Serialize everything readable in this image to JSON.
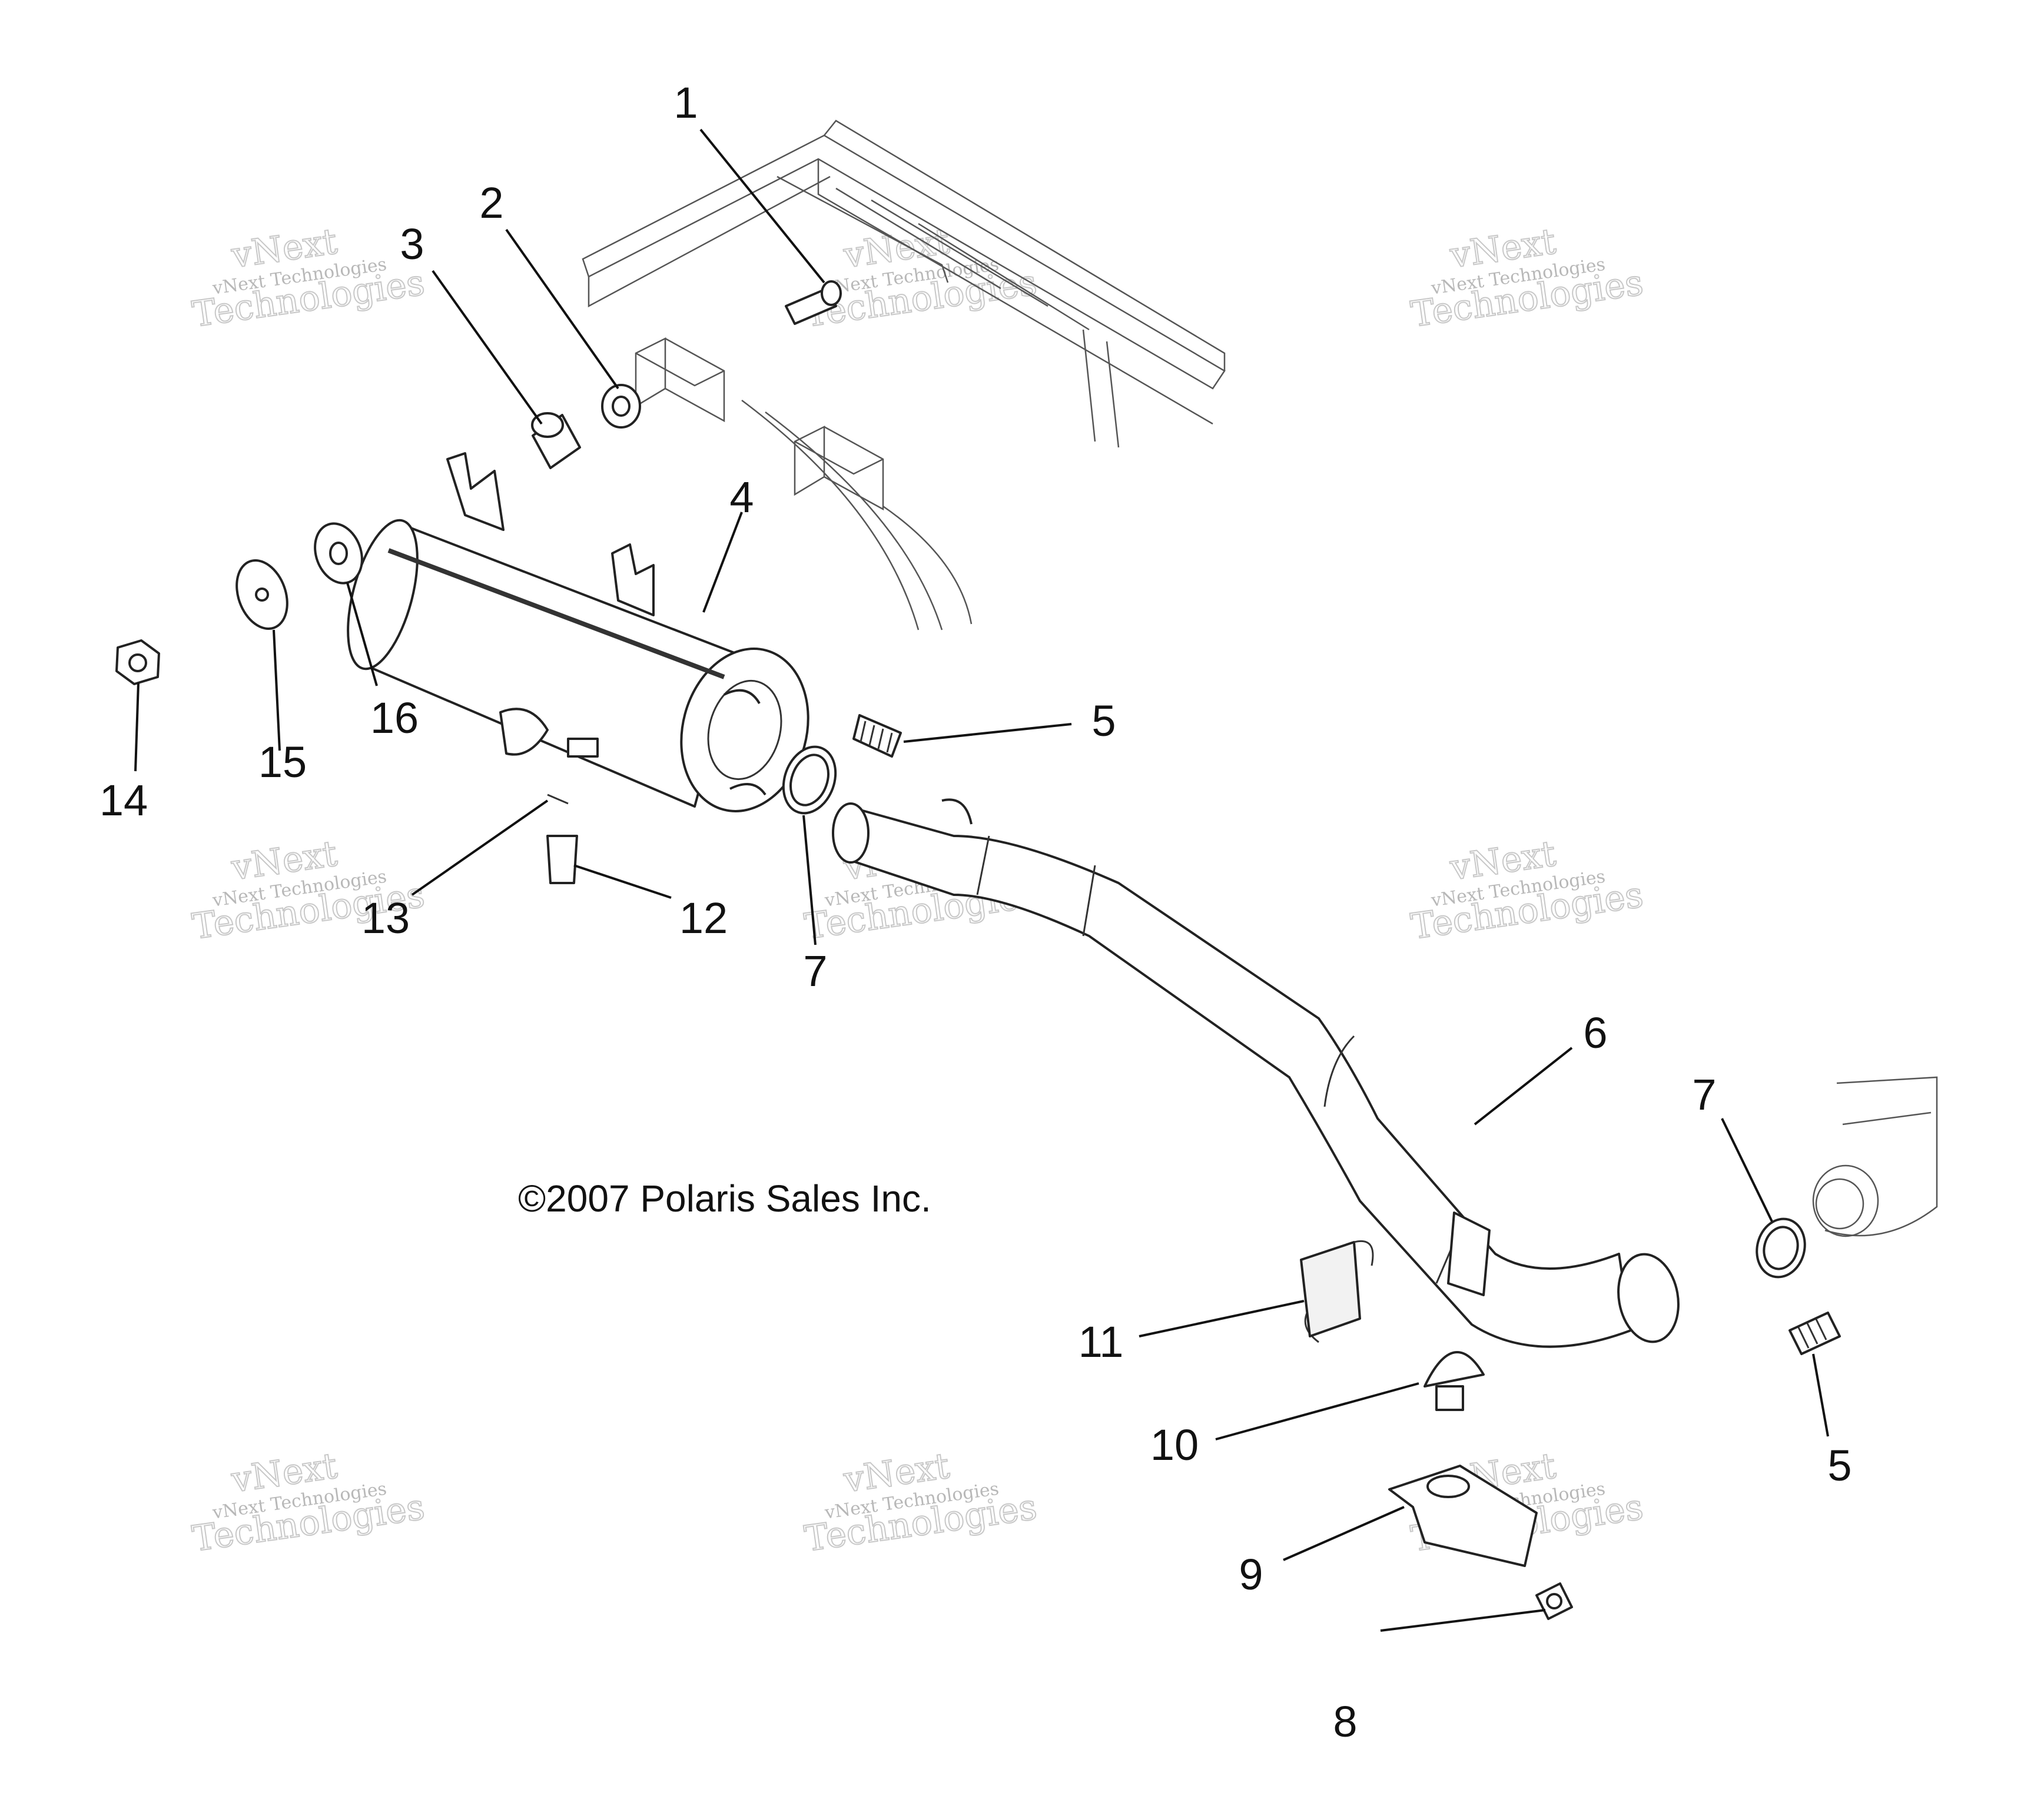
{
  "diagram": {
    "copyright": "©2007 Polaris Sales Inc.",
    "watermark": {
      "line1": "vNext Technologies",
      "line2": "Technologies",
      "line3": "vNext"
    },
    "callouts": {
      "c1": "1",
      "c2": "2",
      "c3": "3",
      "c4": "4",
      "c5a": "5",
      "c5b": "5",
      "c6": "6",
      "c7a": "7",
      "c7b": "7",
      "c8": "8",
      "c9": "9",
      "c10": "10",
      "c11": "11",
      "c12": "12",
      "c13": "13",
      "c14": "14",
      "c15": "15",
      "c16": "16"
    }
  }
}
